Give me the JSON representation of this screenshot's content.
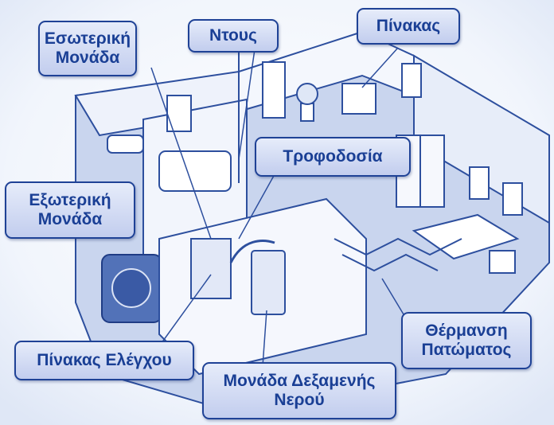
{
  "labels": {
    "indoor_unit": [
      "Εσωτερική",
      "Μονάδα"
    ],
    "shower": "Ντους",
    "panel": "Πίνακας",
    "power_supply": "Τροφοδοσία",
    "outdoor_unit": [
      "Εξωτερική",
      "Μονάδα"
    ],
    "underfloor_heating": [
      "Θέρμανση",
      "Πατώματος"
    ],
    "control_panel": "Πίνακας Ελέγχου",
    "water_tank_unit": [
      "Μονάδα Δεξαμενής",
      "Νερού"
    ]
  },
  "colors": {
    "label_text": "#1a3f95",
    "label_border": "#1f4296",
    "label_fill": "#d2dbf4",
    "line_art": "#2d4f9e",
    "wall_fill": "#eef2fb",
    "floor_fill": "#c9d5ee"
  }
}
